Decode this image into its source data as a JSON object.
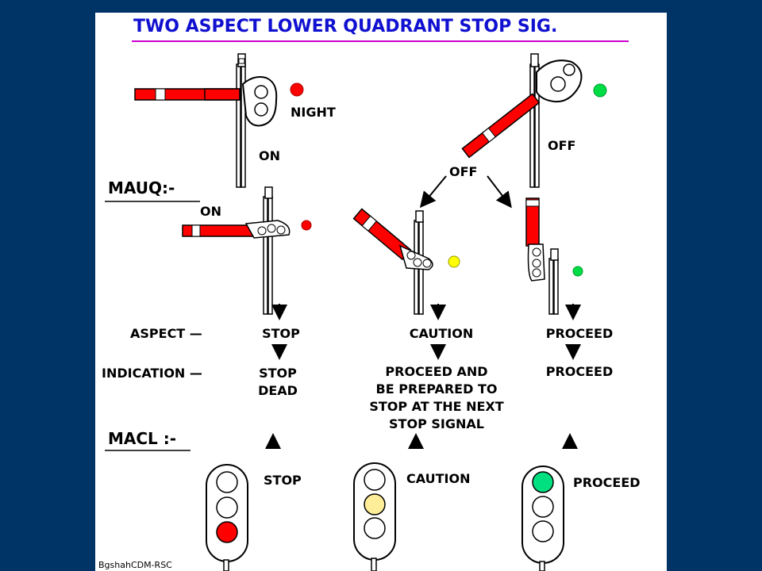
{
  "title": "TWO ASPECT LOWER QUADRANT STOP SIG.",
  "top": {
    "night_label": "NIGHT",
    "on_label": "ON",
    "off_label": "OFF"
  },
  "mauq": {
    "heading": "MAUQ:-",
    "on_label": "ON",
    "off_label": "OFF"
  },
  "rows": {
    "aspect_label": "ASPECT —",
    "indication_label": "INDICATION —",
    "aspects": [
      "STOP",
      "CAUTION",
      "PROCEED"
    ],
    "indications": [
      [
        "STOP",
        "DEAD"
      ],
      [
        "PROCEED AND",
        "BE PREPARED TO",
        "STOP AT THE NEXT",
        "STOP SIGNAL"
      ],
      [
        "PROCEED"
      ]
    ]
  },
  "macl": {
    "heading": "MACL :-",
    "signals": [
      {
        "label": "STOP",
        "lit": "bottom",
        "color": "#ff0000"
      },
      {
        "label": "CAUTION",
        "lit": "middle",
        "color": "#ffee99"
      },
      {
        "label": "PROCEED",
        "lit": "top",
        "color": "#00e080"
      }
    ]
  },
  "credit": "BgshahCDM-RSC",
  "colors": {
    "arm_red": "#ff0000",
    "title_blue": "#1010d0",
    "line_purple": "#cc00cc",
    "green": "#00dd44",
    "yellow": "#ffff00",
    "red": "#ff0000"
  }
}
